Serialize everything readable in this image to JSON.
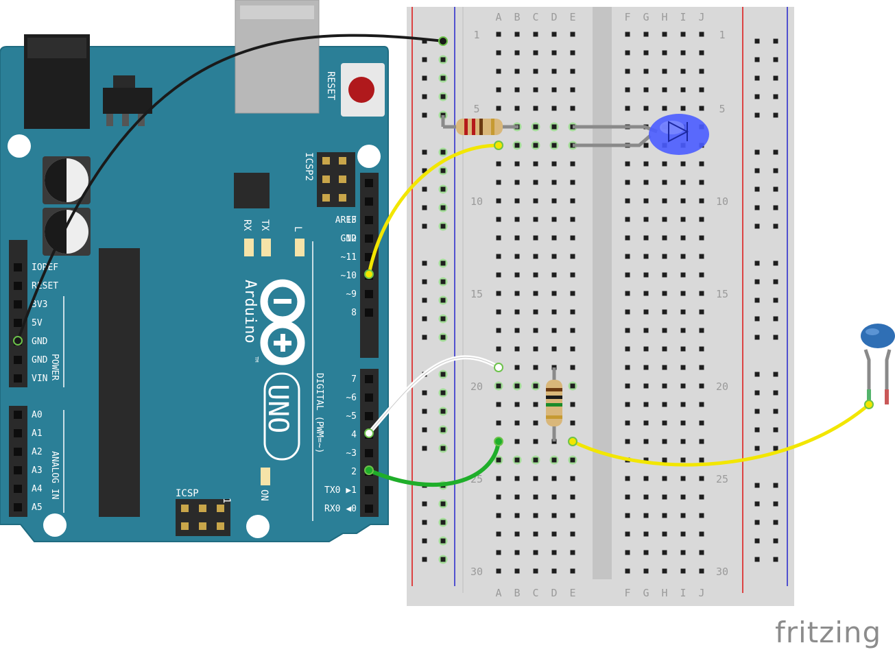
{
  "arduino": {
    "reset_label": "RESET",
    "icsp2_label": "ICSP2",
    "icsp_label": "ICSP",
    "icsp_pin1": "1",
    "rx_label": "RX",
    "tx_label": "TX",
    "l_label": "L",
    "on_label": "ON",
    "brand": "Arduino",
    "tm": "TM",
    "model": "UNO",
    "digital_label": "DIGITAL (PWM=~)",
    "power_label": "POWER",
    "analog_label": "ANALOG IN",
    "power_pins": [
      "IOREF",
      "RESET",
      "3V3",
      "5V",
      "GND",
      "GND",
      "VIN"
    ],
    "analog_pins": [
      "A0",
      "A1",
      "A2",
      "A3",
      "A4",
      "A5"
    ],
    "digital_top": [
      "AREF",
      "GND",
      "13",
      "12",
      "~11",
      "~10",
      "~9",
      "8"
    ],
    "digital_bottom": [
      "7",
      "~6",
      "~5",
      "4",
      "~3",
      "2",
      "TX0 ▶1",
      "RX0 ◀0"
    ]
  },
  "breadboard": {
    "columns_left": [
      "A",
      "B",
      "C",
      "D",
      "E"
    ],
    "columns_right": [
      "F",
      "G",
      "H",
      "I",
      "J"
    ],
    "row_numbers": [
      "1",
      "5",
      "10",
      "15",
      "20",
      "25",
      "30"
    ]
  },
  "components": {
    "led_color": "#4a5cff",
    "wire_black": "#1a1a1a",
    "wire_yellow": "#f2e600",
    "wire_white": "#ffffff",
    "wire_green": "#1fae2a",
    "board_color": "#2b7f97",
    "capacitor_color": "#2f6fb5"
  },
  "watermark": "fritzing"
}
